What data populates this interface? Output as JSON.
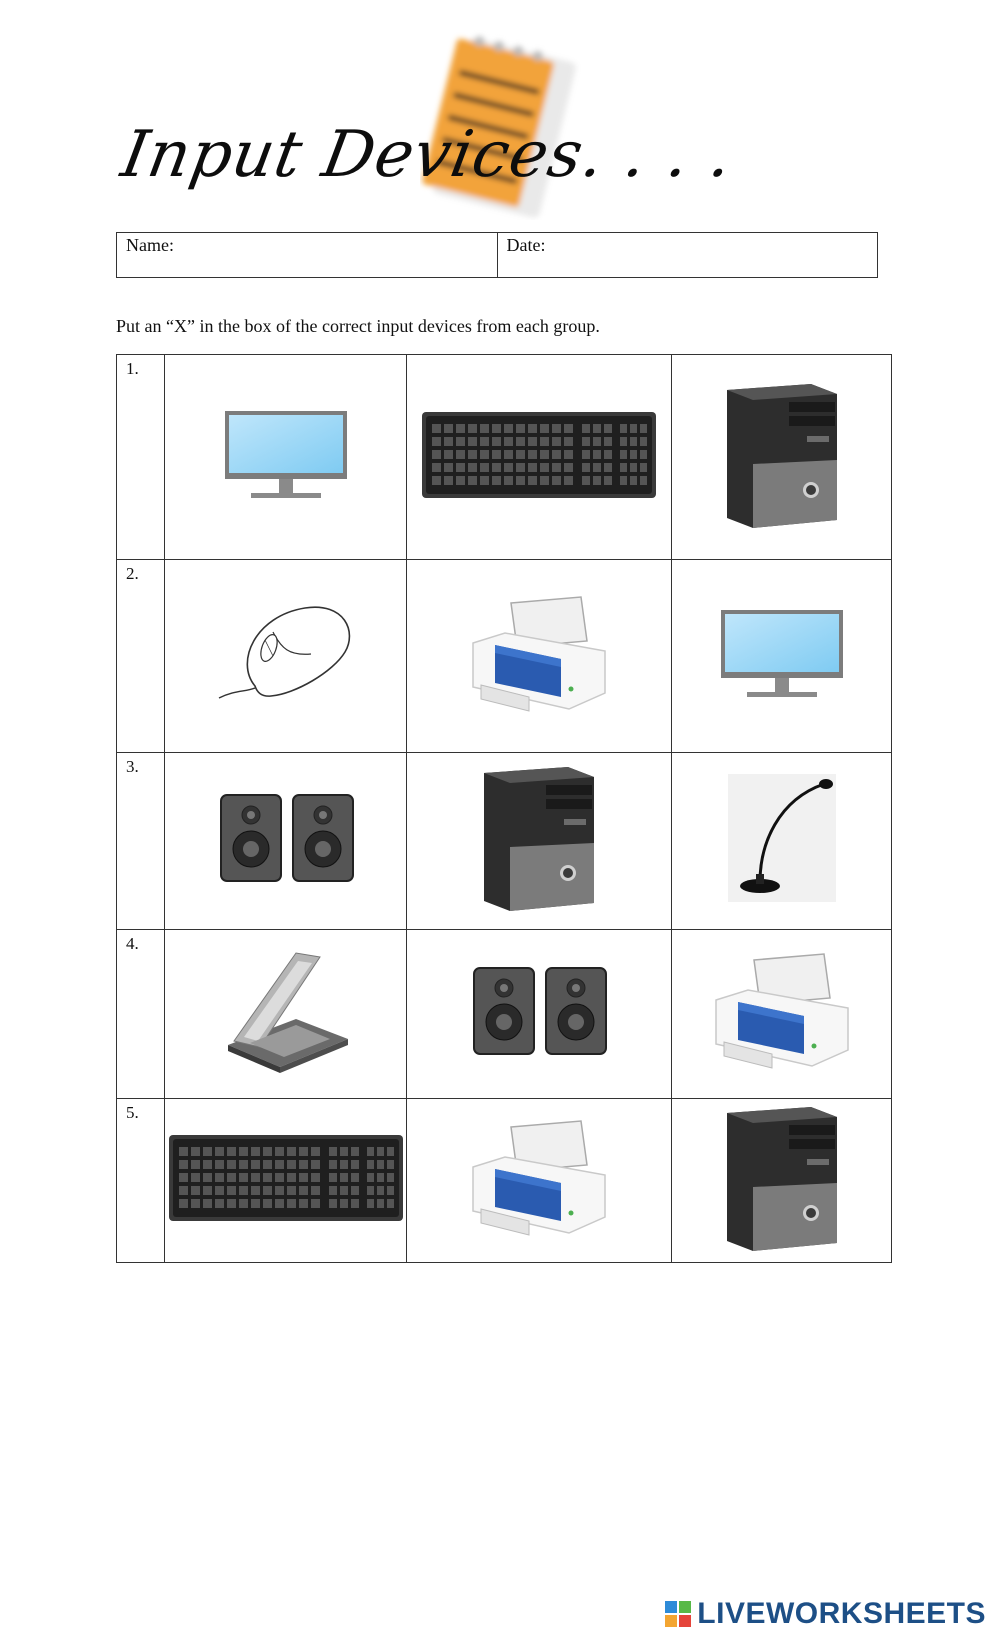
{
  "title": "Input Devices. . . .",
  "info": {
    "name_label": "Name:",
    "date_label": "Date:"
  },
  "instruction": "Put an “X” in the box of the correct input devices from each group.",
  "rows": [
    {
      "number": "1.",
      "devices": [
        "monitor-icon",
        "keyboard-icon",
        "computer-tower-icon"
      ]
    },
    {
      "number": "2.",
      "devices": [
        "mouse-icon",
        "printer-icon",
        "monitor-icon"
      ]
    },
    {
      "number": "3.",
      "devices": [
        "speakers-icon",
        "computer-tower-icon",
        "microphone-icon"
      ]
    },
    {
      "number": "4.",
      "devices": [
        "scanner-icon",
        "speakers-icon",
        "printer-icon"
      ]
    },
    {
      "number": "5.",
      "devices": [
        "keyboard-icon",
        "printer-icon",
        "computer-tower-icon"
      ]
    }
  ],
  "footer": {
    "brand": "LIVEWORKSHEETS"
  },
  "colors": {
    "printer_blue": "#2a5bb0",
    "notepad_orange": "#f2a33a",
    "brand_blue": "#1d4f86"
  }
}
